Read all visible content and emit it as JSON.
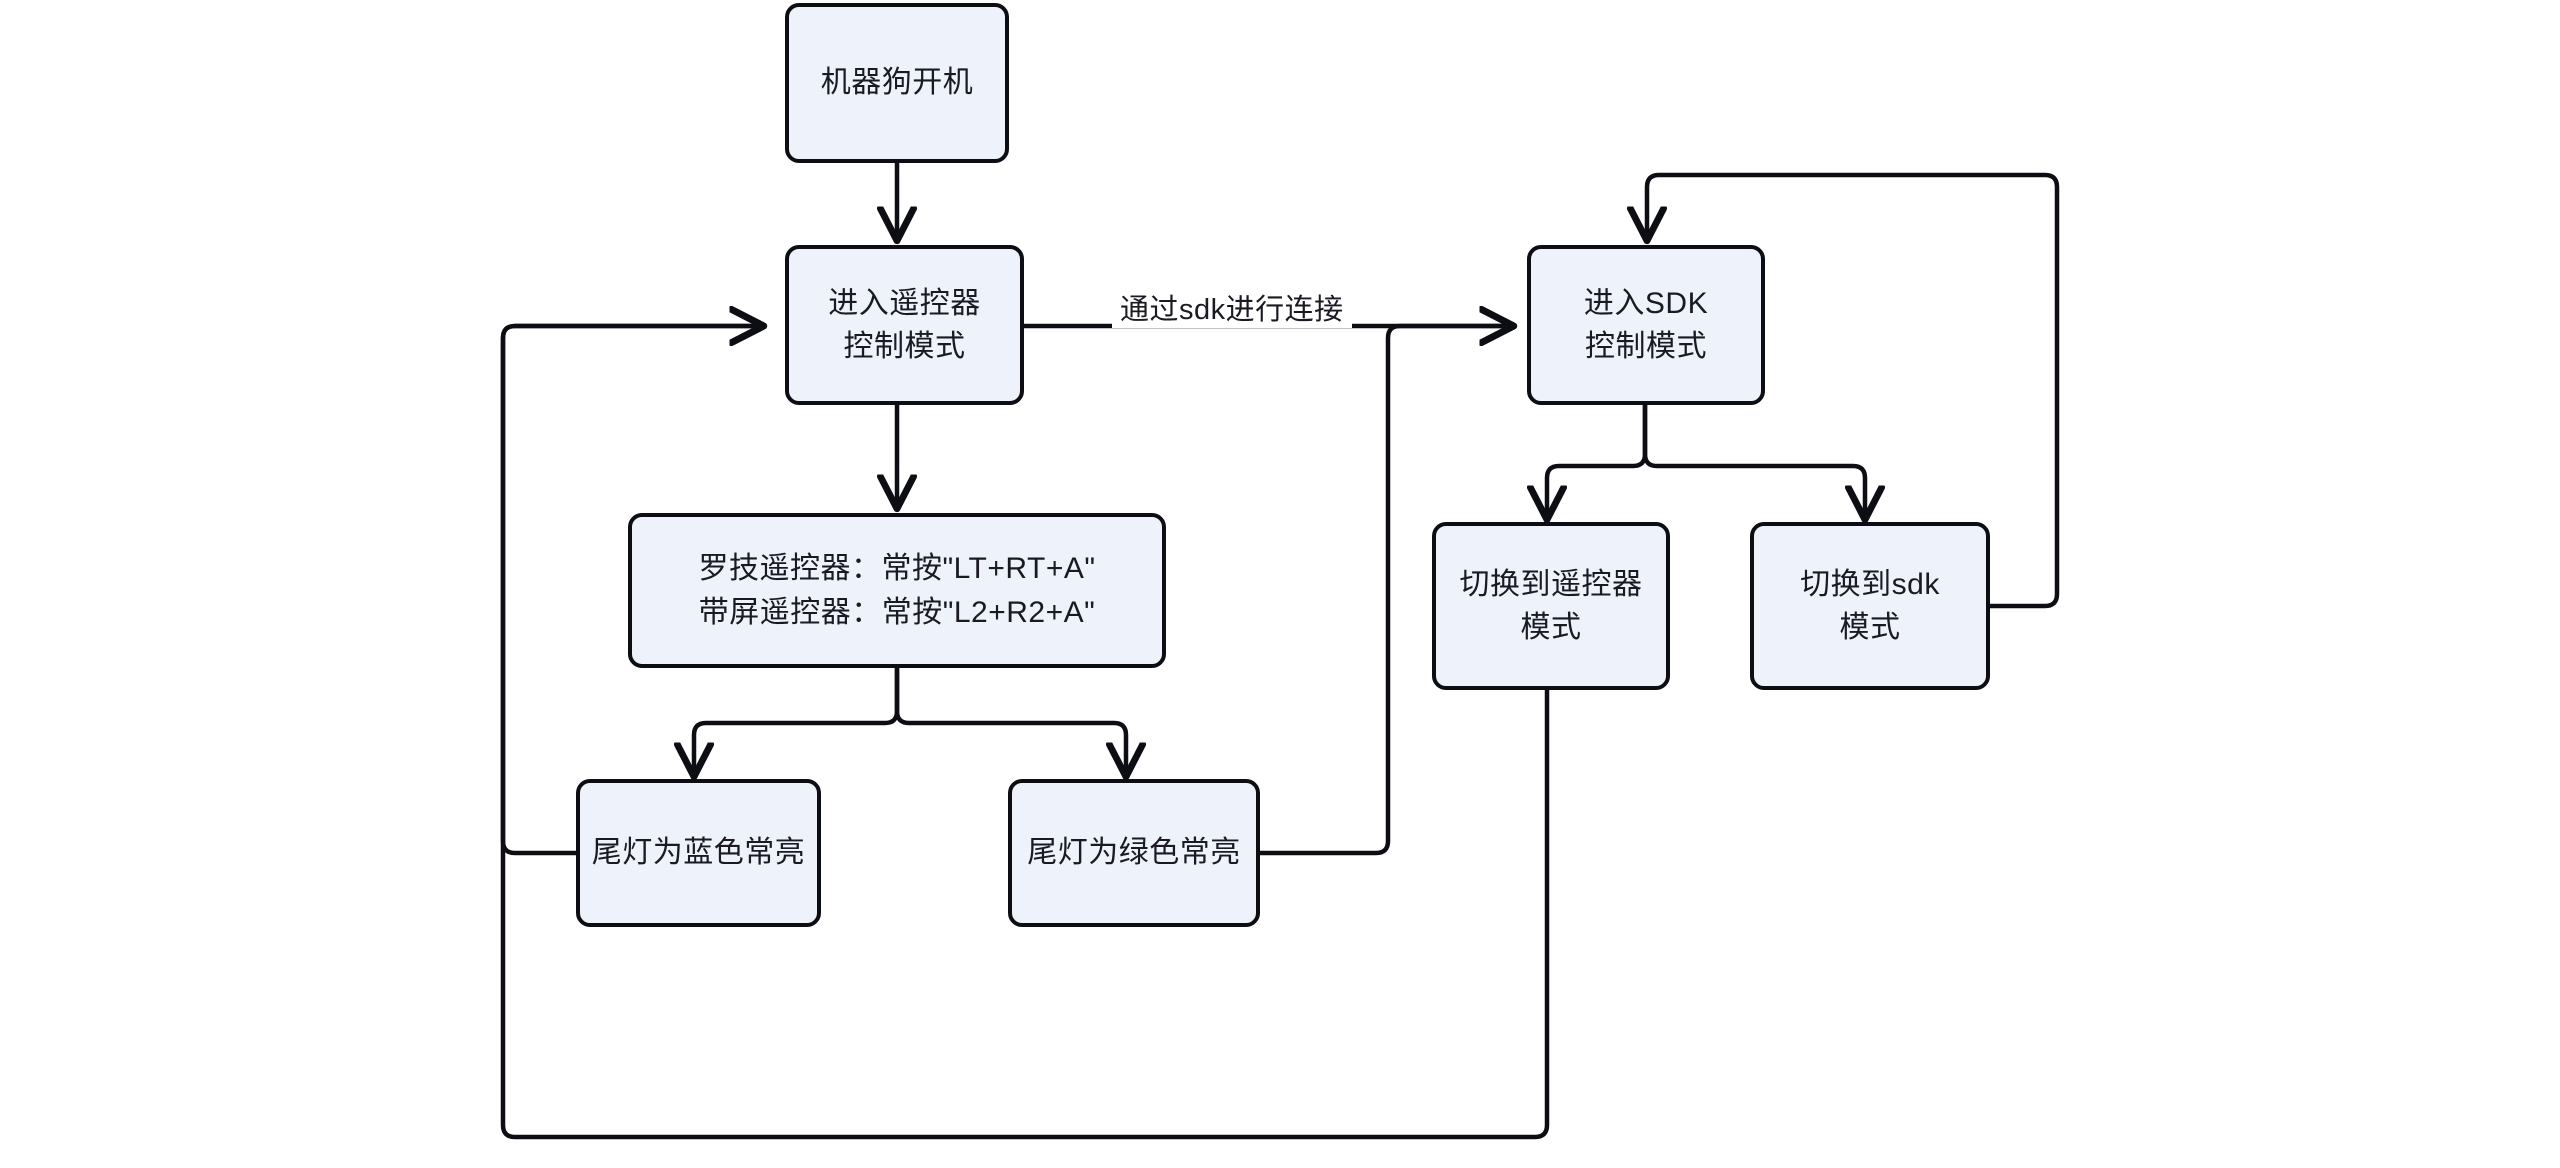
{
  "diagram": {
    "type": "flowchart",
    "title": "",
    "background_color": "#ffffff",
    "node_fill_color": "#eef2fb",
    "node_border_color": "#0d0d14",
    "edge_color": "#0d0d14",
    "text_color": "#1a1a22",
    "nodes": [
      {
        "id": "power_on",
        "label": "机器狗开机"
      },
      {
        "id": "remote_mode",
        "label": "进入遥控器\n控制模式"
      },
      {
        "id": "sdk_mode",
        "label": "进入SDK\n控制模式"
      },
      {
        "id": "key_combo",
        "label": "罗技遥控器：常按\"LT+RT+A\"\n带屏遥控器：常按\"L2+R2+A\""
      },
      {
        "id": "tail_blue",
        "label": "尾灯为蓝色常亮"
      },
      {
        "id": "tail_green",
        "label": "尾灯为绿色常亮"
      },
      {
        "id": "switch_remote",
        "label": "切换到遥控器\n模式"
      },
      {
        "id": "switch_sdk",
        "label": "切换到sdk\n模式"
      }
    ],
    "edges": [
      {
        "from": "power_on",
        "to": "remote_mode",
        "label": ""
      },
      {
        "from": "remote_mode",
        "to": "sdk_mode",
        "label": "通过sdk进行连接"
      },
      {
        "from": "remote_mode",
        "to": "key_combo",
        "label": ""
      },
      {
        "from": "key_combo",
        "to": "tail_blue",
        "label": ""
      },
      {
        "from": "key_combo",
        "to": "tail_green",
        "label": ""
      },
      {
        "from": "tail_blue",
        "to": "remote_mode",
        "label": ""
      },
      {
        "from": "tail_green",
        "to": "sdk_mode",
        "label": ""
      },
      {
        "from": "sdk_mode",
        "to": "switch_remote",
        "label": ""
      },
      {
        "from": "sdk_mode",
        "to": "switch_sdk",
        "label": ""
      },
      {
        "from": "switch_remote",
        "to": "remote_mode",
        "label": ""
      },
      {
        "from": "switch_sdk",
        "to": "sdk_mode",
        "label": ""
      }
    ],
    "edge_labels": {
      "sdk_connect": "通过sdk进行连接"
    }
  }
}
